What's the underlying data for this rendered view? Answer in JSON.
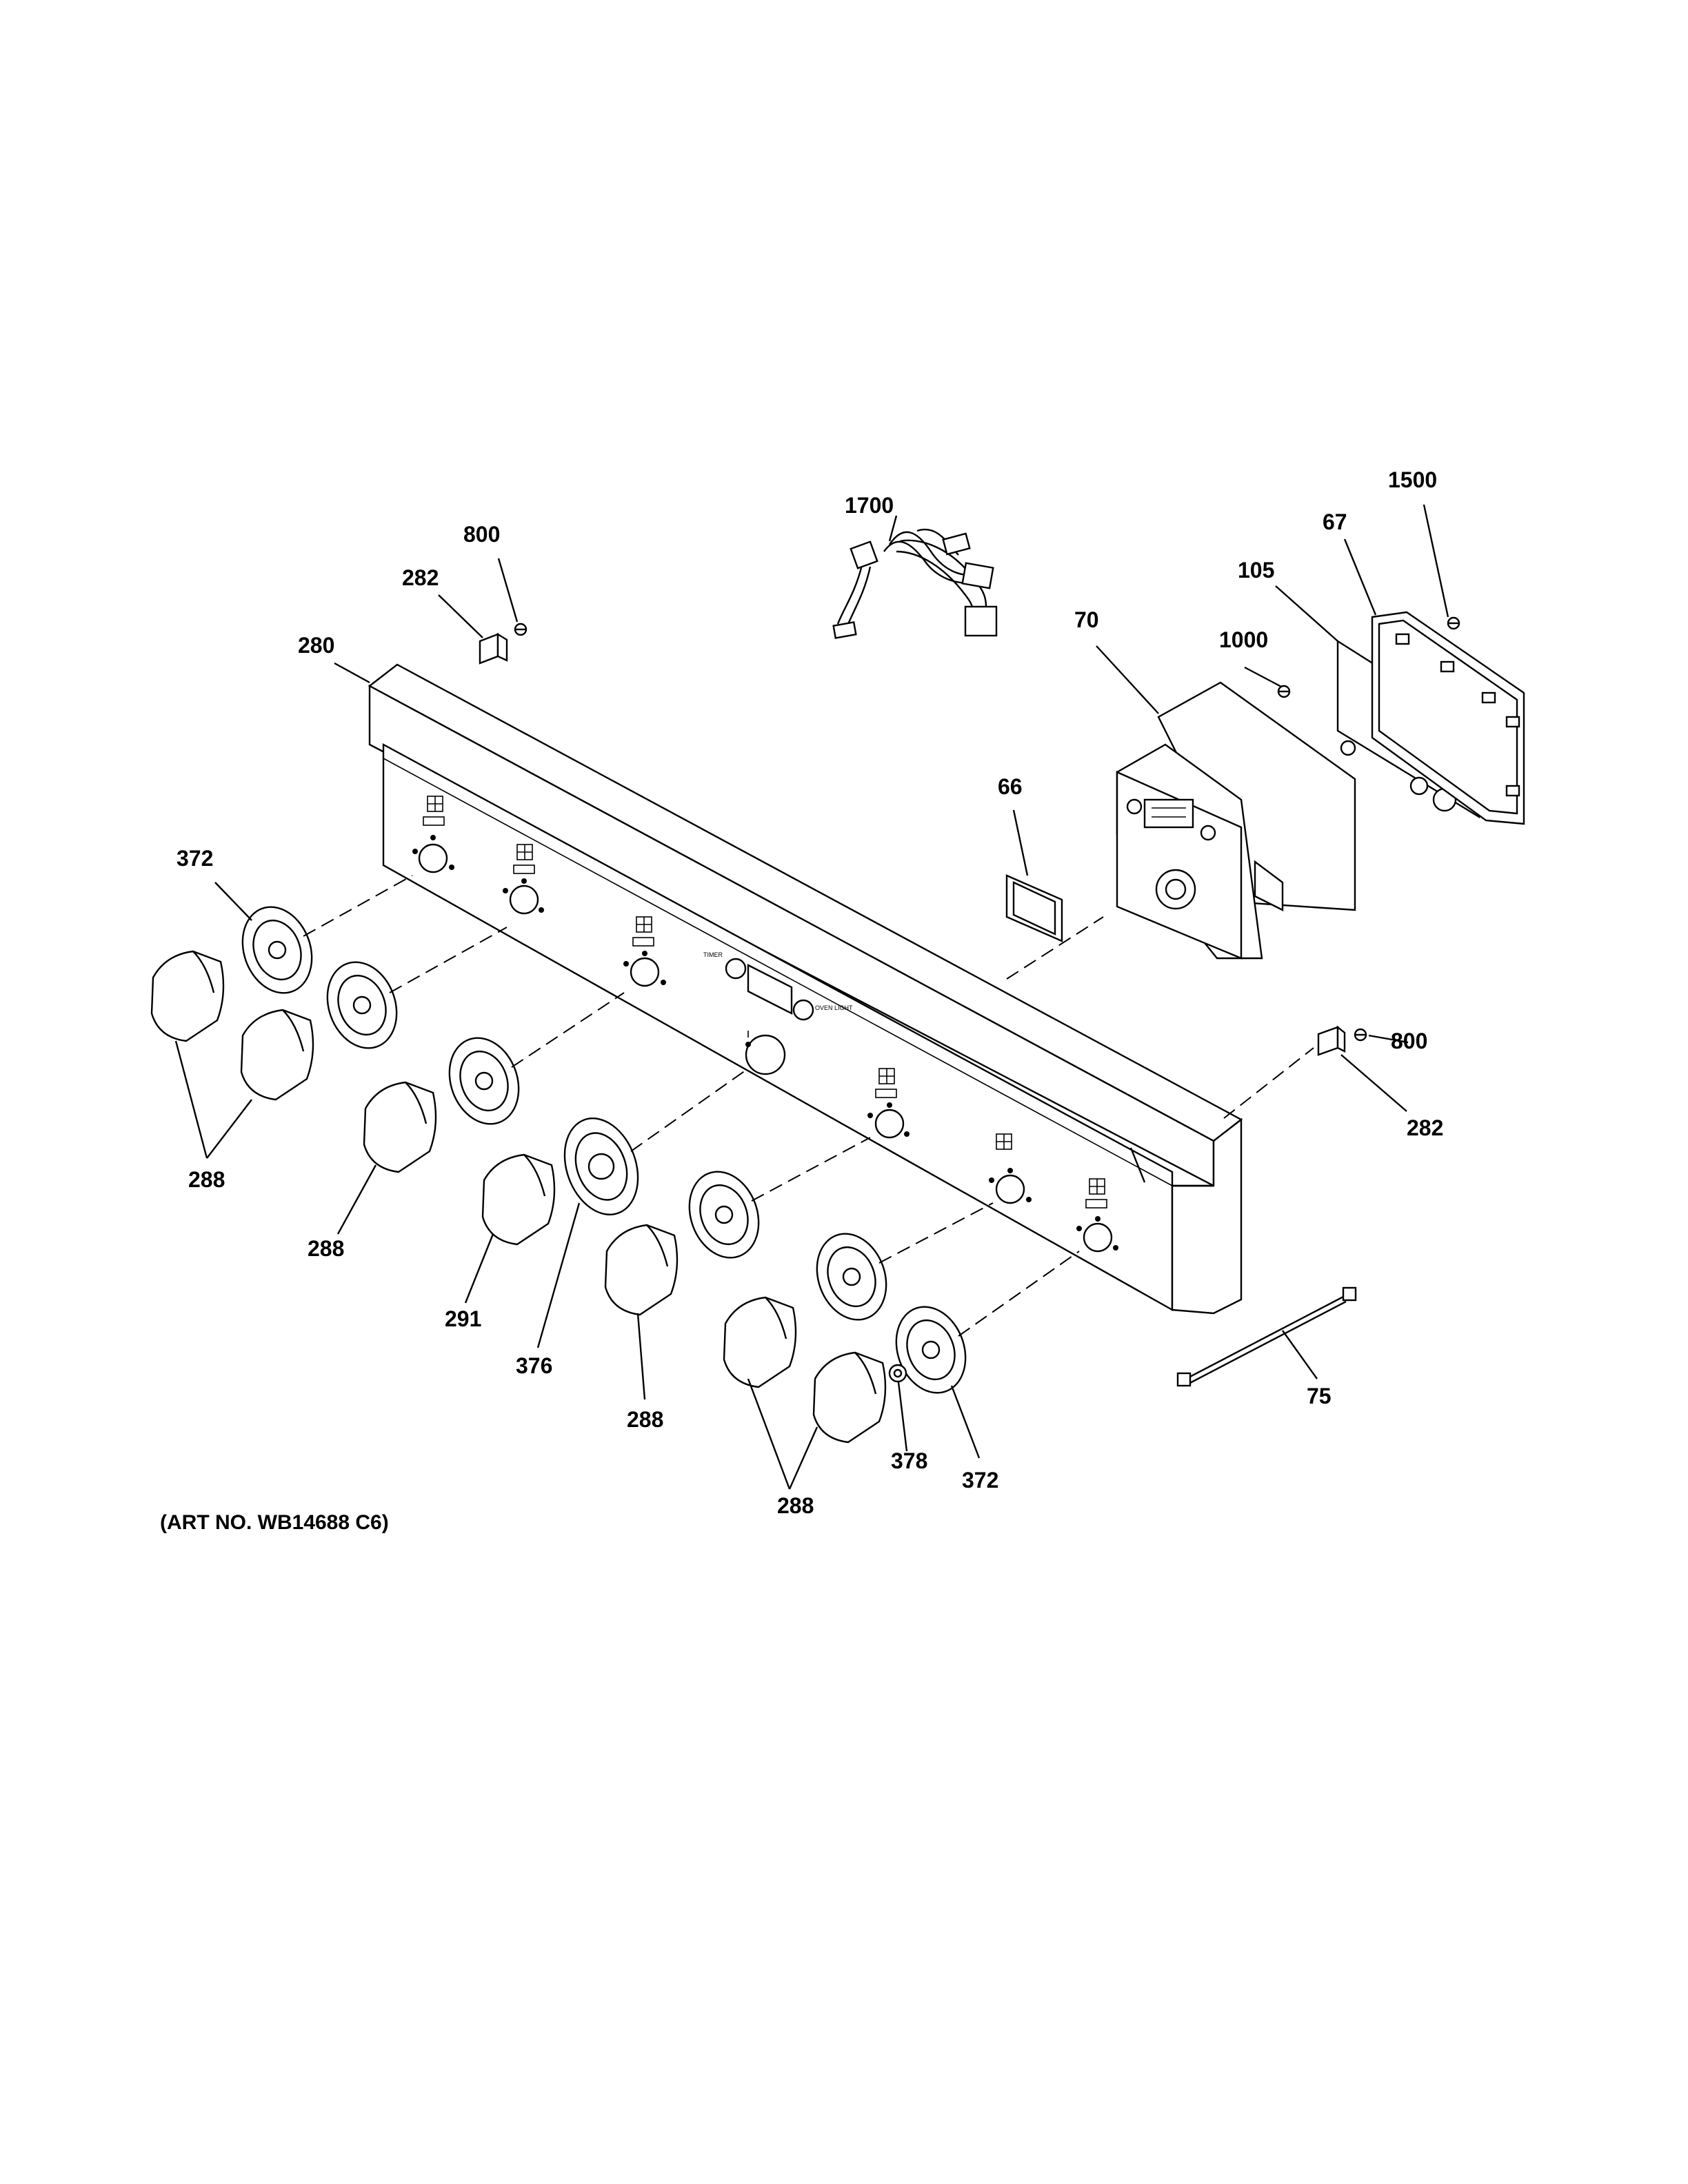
{
  "diagram": {
    "callouts": [
      {
        "id": "c-1700",
        "label": "1700"
      },
      {
        "id": "c-1500",
        "label": "1500"
      },
      {
        "id": "c-67",
        "label": "67"
      },
      {
        "id": "c-105",
        "label": "105"
      },
      {
        "id": "c-800a",
        "label": "800"
      },
      {
        "id": "c-282a",
        "label": "282"
      },
      {
        "id": "c-280",
        "label": "280"
      },
      {
        "id": "c-70",
        "label": "70"
      },
      {
        "id": "c-1000",
        "label": "1000"
      },
      {
        "id": "c-66",
        "label": "66"
      },
      {
        "id": "c-372a",
        "label": "372"
      },
      {
        "id": "c-800b",
        "label": "800"
      },
      {
        "id": "c-282b",
        "label": "282"
      },
      {
        "id": "c-288a",
        "label": "288"
      },
      {
        "id": "c-288b",
        "label": "288"
      },
      {
        "id": "c-291",
        "label": "291"
      },
      {
        "id": "c-376",
        "label": "376"
      },
      {
        "id": "c-288c",
        "label": "288"
      },
      {
        "id": "c-75",
        "label": "75"
      },
      {
        "id": "c-378",
        "label": "378"
      },
      {
        "id": "c-372b",
        "label": "372"
      },
      {
        "id": "c-288d",
        "label": "288"
      }
    ],
    "art_number": "(ART NO. WB14688 C6)",
    "panel_labels": {
      "timer": "TIMER",
      "oven_light": "OVEN LIGHT"
    }
  }
}
